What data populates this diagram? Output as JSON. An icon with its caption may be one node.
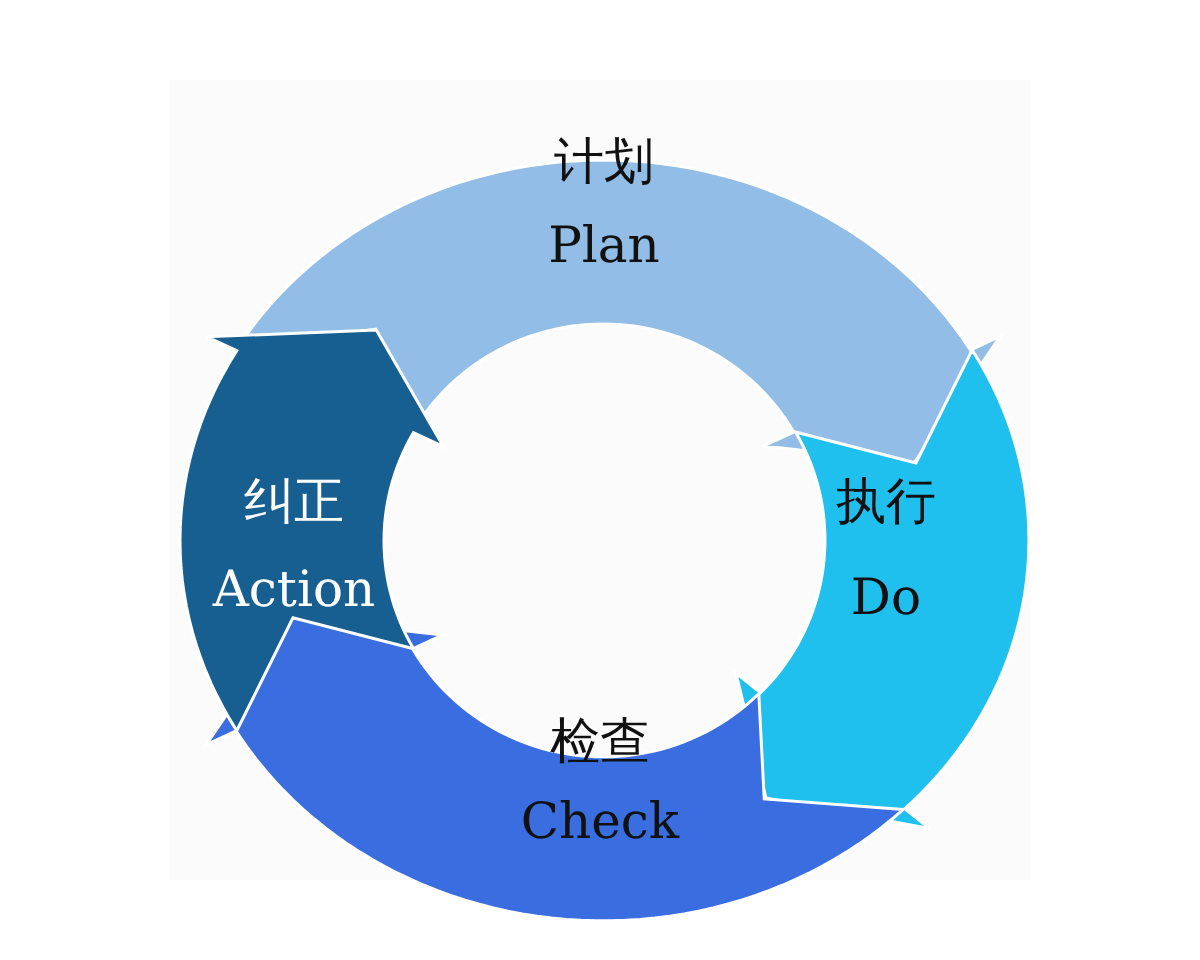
{
  "diagram": {
    "nodes": [
      {
        "text": [
          "计划",
          "Plan"
        ]
      },
      {
        "text": [
          "执行",
          "Do"
        ]
      },
      {
        "text": [
          "检查",
          "Check"
        ]
      },
      {
        "text": [
          "纠正",
          "Action"
        ]
      }
    ]
  }
}
